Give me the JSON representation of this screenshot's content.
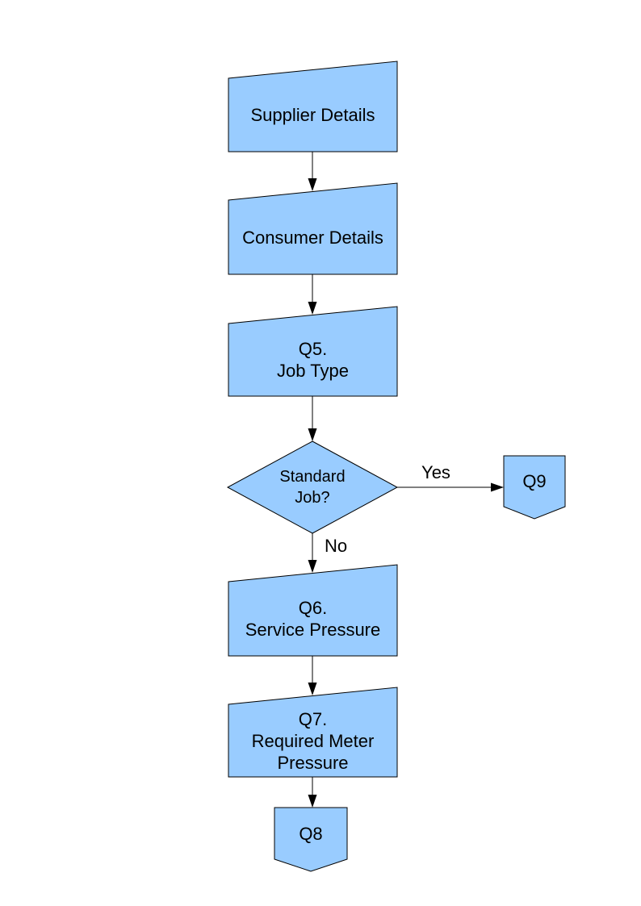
{
  "page": {
    "background": "#FFFFFF"
  },
  "colors": {
    "node_fill": "#99CCFF",
    "node_border": "#000000",
    "connector_line": "#000000",
    "text": "#000000"
  },
  "flowchart": {
    "nodes": [
      {
        "id": "supplier-details",
        "type": "manual-input",
        "label": "Supplier Details"
      },
      {
        "id": "consumer-details",
        "type": "manual-input",
        "label": "Consumer Details"
      },
      {
        "id": "q5-job-type",
        "type": "manual-input",
        "label": "Q5.\nJob Type"
      },
      {
        "id": "standard-job-decision",
        "type": "decision",
        "label": "Standard\nJob?"
      },
      {
        "id": "q9-connector",
        "type": "off-page-connector",
        "label": "Q9"
      },
      {
        "id": "q6-service-pressure",
        "type": "manual-input",
        "label": "Q6.\nService Pressure"
      },
      {
        "id": "q7-required-meter-pressure",
        "type": "manual-input",
        "label": "Q7.\nRequired Meter\nPressure"
      },
      {
        "id": "q8-connector",
        "type": "off-page-connector",
        "label": "Q8"
      }
    ],
    "edges": [
      {
        "from": "supplier-details",
        "to": "consumer-details",
        "label": ""
      },
      {
        "from": "consumer-details",
        "to": "q5-job-type",
        "label": ""
      },
      {
        "from": "q5-job-type",
        "to": "standard-job-decision",
        "label": ""
      },
      {
        "from": "standard-job-decision",
        "to": "q9-connector",
        "label": "Yes"
      },
      {
        "from": "standard-job-decision",
        "to": "q6-service-pressure",
        "label": "No"
      },
      {
        "from": "q6-service-pressure",
        "to": "q7-required-meter-pressure",
        "label": ""
      },
      {
        "from": "q7-required-meter-pressure",
        "to": "q8-connector",
        "label": ""
      }
    ]
  }
}
